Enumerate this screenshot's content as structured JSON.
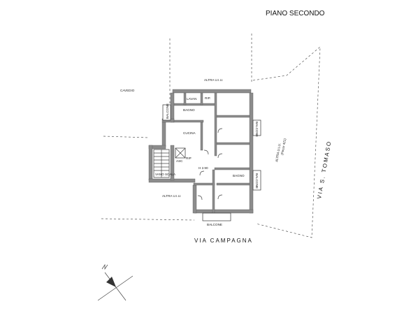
{
  "title": "PIANO SECONDO",
  "streets": {
    "bottom": "VIA CAMPAGNA",
    "right": "VIA S. TOMASO"
  },
  "labels": {
    "altra_top": "ALTRA U.I.U.",
    "cavedio": "CAVEDIO",
    "lavatoio": "LAVAN",
    "rip": "RIP.",
    "bagno_1": "BAGNO",
    "bagno_2": "BAGNO",
    "cucina": "CUCINA",
    "balcone_left": "BALCONE",
    "balcone_right_top": "BALCONE",
    "balcone_right_bottom": "BALCONE",
    "balcone_bottom": "BALCONE",
    "vano_scala": "VANO SCALA",
    "altra_left": "ALTRA U.I.U.",
    "altra_right": "ALTRA U.I.U.",
    "altra_right_sub": "(Pecor 421)",
    "hall": "H 2.90",
    "asc": "ASC",
    "rip_small": "RIP"
  },
  "colors": {
    "wall": "#8c8c8c",
    "line": "#444444",
    "background": "#ffffff"
  }
}
